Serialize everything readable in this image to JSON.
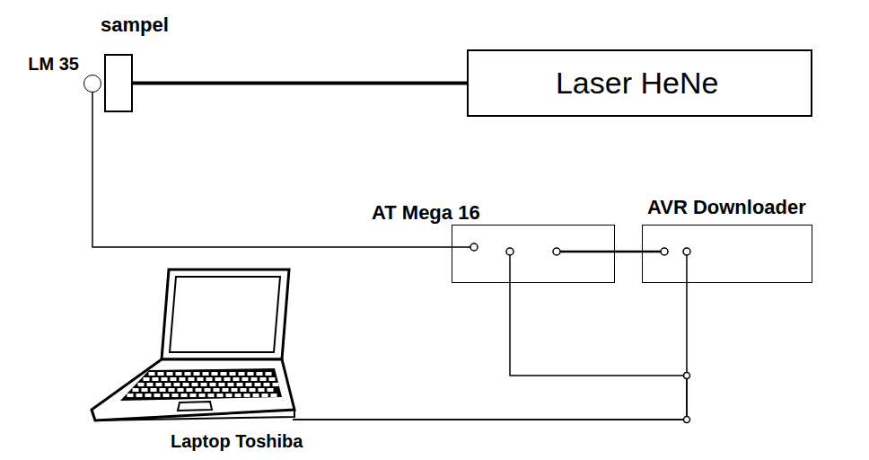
{
  "diagram": {
    "nodes": [
      {
        "text": [
          "sampel"
        ]
      },
      {
        "text": [
          "LM 35"
        ]
      },
      {
        "text": [
          "Laser HeNe"
        ]
      },
      {
        "text": [
          "AT Mega 16"
        ]
      },
      {
        "text": [
          "AVR Downloader"
        ]
      },
      {
        "text": [
          "Laptop Toshiba"
        ]
      }
    ],
    "edges": [
      {
        "from": 0,
        "to": 2,
        "arrow": "none"
      },
      {
        "from": 1,
        "to": 3,
        "arrow": "none"
      },
      {
        "from": 3,
        "to": 4,
        "arrow": "none"
      },
      {
        "from": 3,
        "to": 5,
        "arrow": "none"
      },
      {
        "from": 4,
        "to": 5,
        "arrow": "none"
      }
    ]
  }
}
